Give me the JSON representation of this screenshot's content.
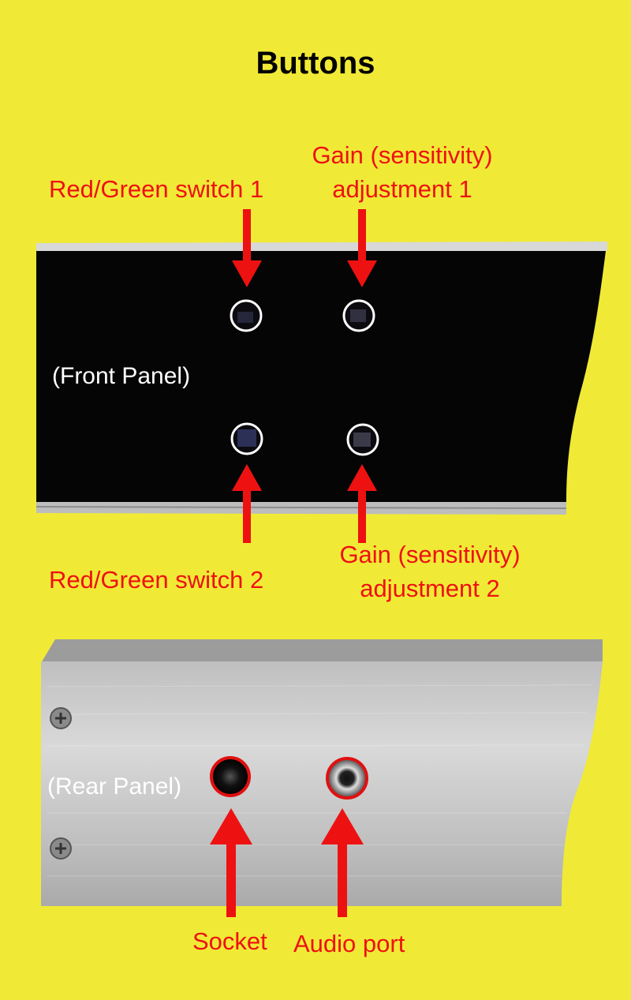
{
  "title": "Buttons",
  "front": {
    "panel_label": "(Front Panel)",
    "rg_switch_1": "Red/Green switch 1",
    "gain_1_line1": "Gain (sensitivity)",
    "gain_1_line2": "adjustment 1",
    "rg_switch_2": "Red/Green switch 2",
    "gain_2_line1": "Gain (sensitivity)",
    "gain_2_line2": "adjustment 2"
  },
  "rear": {
    "panel_label": "(Rear Panel)",
    "socket": "Socket",
    "audio_port": "Audio port"
  },
  "colors": {
    "background": "#f0ea36",
    "label_red": "#ee1111",
    "arrow_red": "#ee1111",
    "front_panel": "#050505",
    "rear_panel": "#c9c9c9"
  }
}
